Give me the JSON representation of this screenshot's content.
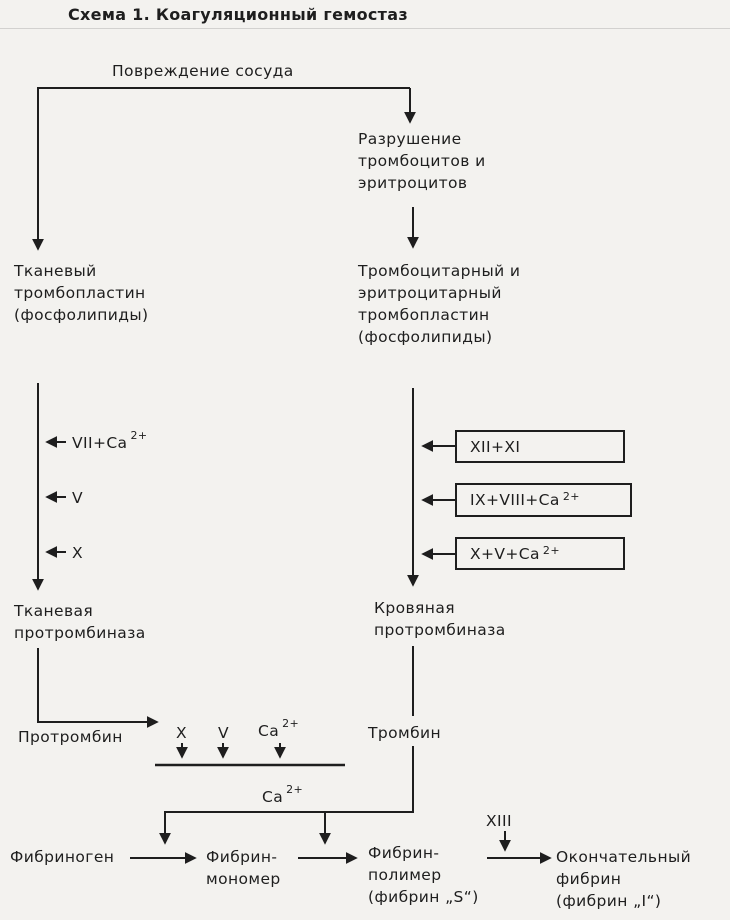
{
  "title": "Схема 1. Коагуляционный гемостаз",
  "nodes": {
    "vessel_damage": "Повреждение сосуда",
    "destruction": "Разрушение\nтромбоцитов и\nэритроцитов",
    "tissue_thromboplastin": "Тканевый\nтромбопластин\n(фосфолипиды)",
    "platelet_thromboplastin": "Тромбоцитарный и\nэритроцитарный\nтромбопластин\n(фосфолипиды)",
    "tissue_prothrombinase": "Тканевая\nпротромбиназа",
    "blood_prothrombinase": "Кровяная\nпротромбиназа",
    "prothrombin": "Протромбин",
    "thrombin": "Тромбин",
    "fibrinogen": "Фибриноген",
    "fibrin_monomer": "Фибрин-\nмономер",
    "fibrin_polymer": "Фибрин-\nполимер\n(фибрин „S“)",
    "final_fibrin": "Окончательный\nфибрин\n(фибрин „I“)",
    "factor_xiii": "XIII"
  },
  "factors_left": [
    {
      "base": "VII+Ca",
      "sup": "2+"
    },
    {
      "base": "V",
      "sup": ""
    },
    {
      "base": "X",
      "sup": ""
    }
  ],
  "factor_boxes": [
    {
      "base": "XII+XI",
      "sup": ""
    },
    {
      "base": "IX+VIII+Ca",
      "sup": "2+"
    },
    {
      "base": "X+V+Ca",
      "sup": "2+"
    }
  ],
  "cofactors": [
    {
      "base": "X",
      "sup": ""
    },
    {
      "base": "V",
      "sup": ""
    },
    {
      "base": "Ca",
      "sup": "2+"
    }
  ],
  "ca_label": {
    "base": "Ca",
    "sup": "2+"
  },
  "colors": {
    "ink": "#1e1e1e",
    "background": "#f3f2ef"
  }
}
